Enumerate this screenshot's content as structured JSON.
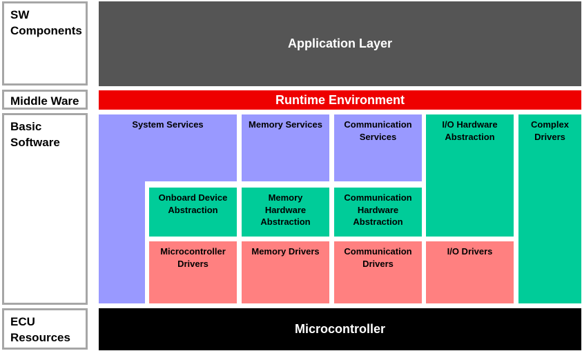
{
  "left_labels": {
    "sw_components": [
      "SW",
      "Components"
    ],
    "middle_ware": [
      "Middle Ware"
    ],
    "basic_software": [
      "Basic",
      "Software"
    ],
    "ecu_resources": [
      "ECU",
      "Resources"
    ]
  },
  "layers": {
    "application": "Application Layer",
    "runtime": "Runtime Environment",
    "microcontroller": "Microcontroller"
  },
  "services": {
    "system": "System Services",
    "memory": "Memory Services",
    "communication": "Communication\nServices"
  },
  "abstraction": {
    "io_hardware": "I/O Hardware\nAbstraction",
    "onboard_device": "Onboard Device\nAbstraction",
    "memory_hardware": "Memory\nHardware\nAbstraction",
    "communication_hardware": "Communication\nHardware\nAbstraction"
  },
  "drivers": {
    "complex": "Complex\nDrivers",
    "microcontroller": "Microcontroller\nDrivers",
    "memory": "Memory Drivers",
    "communication": "Communication\nDrivers",
    "io": "I/O Drivers"
  },
  "colors": {
    "application_layer": "#555555",
    "runtime_environment": "#ee0000",
    "microcontroller": "#000000",
    "services": "#9999ff",
    "abstraction": "#00cc99",
    "drivers": "#ff8080",
    "label_border": "#a6a6a6"
  }
}
